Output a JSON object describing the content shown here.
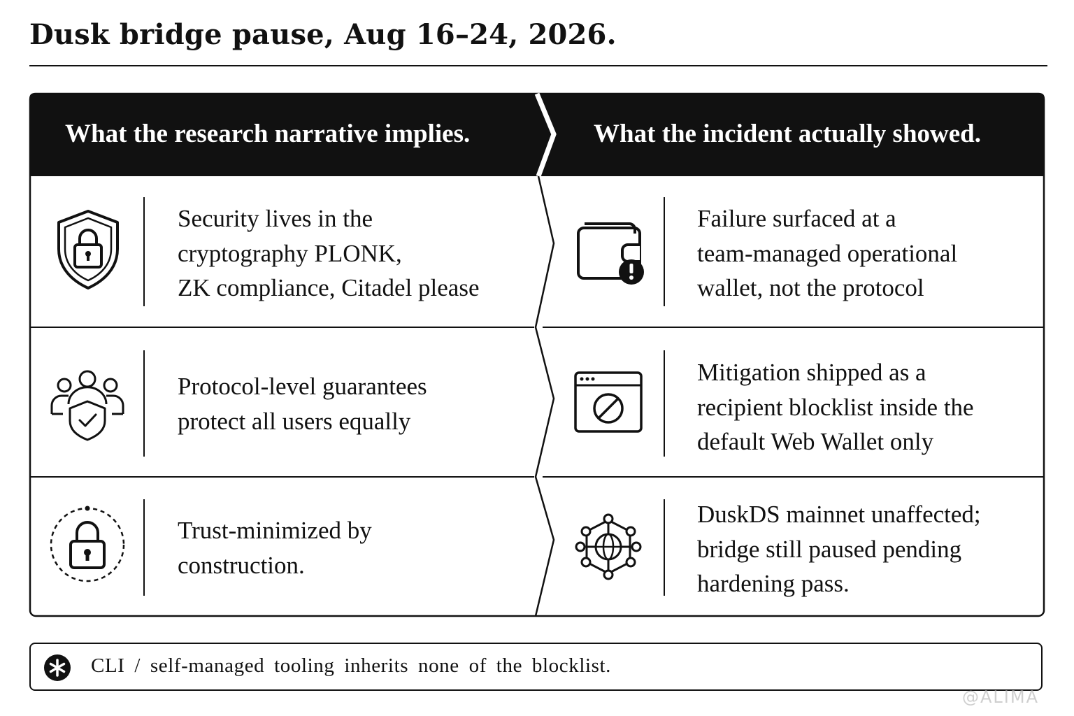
{
  "title": "Dusk bridge pause, Aug 16–24, 2026.",
  "columns": {
    "left_header": "What the research narrative implies.",
    "right_header": "What the incident actually showed."
  },
  "rows": [
    {
      "left_icon": "shield-lock-icon",
      "left_lines": [
        "Security lives in the",
        "cryptography PLONK,",
        "ZK compliance, Citadel please"
      ],
      "right_icon": "wallet-alert-icon",
      "right_lines": [
        "Failure surfaced at a",
        "team-managed operational",
        "wallet, not the protocol"
      ]
    },
    {
      "left_icon": "users-shield-icon",
      "left_lines": [
        "Protocol-level guarantees",
        "protect all users equally"
      ],
      "right_icon": "browser-blocked-icon",
      "right_lines": [
        "Mitigation shipped as a",
        "recipient blocklist inside the",
        "default Web Wallet only"
      ]
    },
    {
      "left_icon": "padlock-circle-icon",
      "left_lines": [
        "Trust-minimized by",
        "construction."
      ],
      "right_icon": "globe-network-icon",
      "right_lines": [
        "DuskDS mainnet unaffected;",
        "bridge still paused pending",
        "hardening pass."
      ]
    }
  ],
  "footnote": {
    "icon": "asterisk-badge-icon",
    "text": "CLI / self-managed tooling inherits none of the blocklist."
  },
  "watermark": "@ALIMA",
  "colors": {
    "ink": "#111111",
    "background": "#ffffff",
    "header_text": "#ffffff"
  }
}
